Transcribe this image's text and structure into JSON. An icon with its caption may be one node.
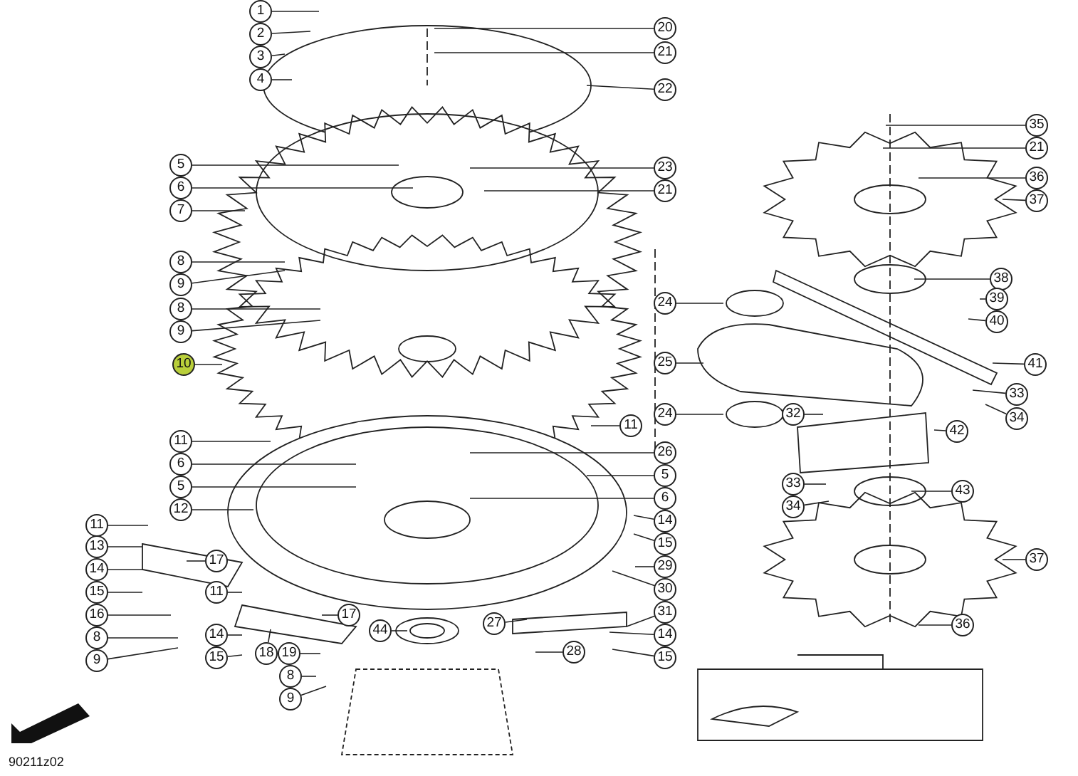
{
  "diagram": {
    "nodes": [
      {
        "text": [
          "1"
        ]
      },
      {
        "text": [
          "2"
        ]
      },
      {
        "text": [
          "3"
        ]
      },
      {
        "text": [
          "4"
        ]
      },
      {
        "text": [
          "20"
        ]
      },
      {
        "text": [
          "21"
        ]
      },
      {
        "text": [
          "22"
        ]
      },
      {
        "text": [
          "5"
        ]
      },
      {
        "text": [
          "6"
        ]
      },
      {
        "text": [
          "7"
        ]
      },
      {
        "text": [
          "23"
        ]
      },
      {
        "text": [
          "21"
        ]
      },
      {
        "text": [
          "8"
        ]
      },
      {
        "text": [
          "9"
        ]
      },
      {
        "text": [
          "8"
        ]
      },
      {
        "text": [
          "9"
        ]
      },
      {
        "text": [
          "10"
        ]
      },
      {
        "text": [
          "24"
        ]
      },
      {
        "text": [
          "25"
        ]
      },
      {
        "text": [
          "24"
        ]
      },
      {
        "text": [
          "35"
        ]
      },
      {
        "text": [
          "21"
        ]
      },
      {
        "text": [
          "36"
        ]
      },
      {
        "text": [
          "37"
        ]
      },
      {
        "text": [
          "38"
        ]
      },
      {
        "text": [
          "39"
        ]
      },
      {
        "text": [
          "40"
        ]
      },
      {
        "text": [
          "41"
        ]
      },
      {
        "text": [
          "33"
        ]
      },
      {
        "text": [
          "34"
        ]
      },
      {
        "text": [
          "32"
        ]
      },
      {
        "text": [
          "42"
        ]
      },
      {
        "text": [
          "33"
        ]
      },
      {
        "text": [
          "34"
        ]
      },
      {
        "text": [
          "43"
        ]
      },
      {
        "text": [
          "37"
        ]
      },
      {
        "text": [
          "36"
        ]
      },
      {
        "text": [
          "11"
        ]
      },
      {
        "text": [
          "6"
        ]
      },
      {
        "text": [
          "5"
        ]
      },
      {
        "text": [
          "12"
        ]
      },
      {
        "text": [
          "11"
        ]
      },
      {
        "text": [
          "13"
        ]
      },
      {
        "text": [
          "14"
        ]
      },
      {
        "text": [
          "15"
        ]
      },
      {
        "text": [
          "16"
        ]
      },
      {
        "text": [
          "8"
        ]
      },
      {
        "text": [
          "9"
        ]
      },
      {
        "text": [
          "17"
        ]
      },
      {
        "text": [
          "11"
        ]
      },
      {
        "text": [
          "17"
        ]
      },
      {
        "text": [
          "14"
        ]
      },
      {
        "text": [
          "15"
        ]
      },
      {
        "text": [
          "18"
        ]
      },
      {
        "text": [
          "19"
        ]
      },
      {
        "text": [
          "8"
        ]
      },
      {
        "text": [
          "9"
        ]
      },
      {
        "text": [
          "11"
        ]
      },
      {
        "text": [
          "26"
        ]
      },
      {
        "text": [
          "5"
        ]
      },
      {
        "text": [
          "6"
        ]
      },
      {
        "text": [
          "14"
        ]
      },
      {
        "text": [
          "15"
        ]
      },
      {
        "text": [
          "29"
        ]
      },
      {
        "text": [
          "30"
        ]
      },
      {
        "text": [
          "31"
        ]
      },
      {
        "text": [
          "14"
        ]
      },
      {
        "text": [
          "15"
        ]
      },
      {
        "text": [
          "27"
        ]
      },
      {
        "text": [
          "28"
        ]
      },
      {
        "text": [
          "44"
        ]
      }
    ],
    "edges": [
      {
        "from": 0,
        "to": null,
        "arrow": "none"
      },
      {
        "from": 1,
        "to": null,
        "arrow": "none"
      },
      {
        "from": 2,
        "to": null,
        "arrow": "none"
      },
      {
        "from": 3,
        "to": null,
        "arrow": "none"
      },
      {
        "from": 4,
        "to": null,
        "arrow": "none"
      },
      {
        "from": 5,
        "to": null,
        "arrow": "none"
      },
      {
        "from": 6,
        "to": null,
        "arrow": "none"
      },
      {
        "from": 7,
        "to": null,
        "arrow": "none"
      },
      {
        "from": 8,
        "to": null,
        "arrow": "none"
      },
      {
        "from": 9,
        "to": null,
        "arrow": "none"
      },
      {
        "from": 10,
        "to": null,
        "arrow": "none"
      },
      {
        "from": 11,
        "to": null,
        "arrow": "none"
      },
      {
        "from": 12,
        "to": null,
        "arrow": "none"
      },
      {
        "from": 13,
        "to": null,
        "arrow": "none"
      },
      {
        "from": 14,
        "to": null,
        "arrow": "none"
      },
      {
        "from": 15,
        "to": null,
        "arrow": "none"
      },
      {
        "from": 16,
        "to": null,
        "arrow": "none"
      },
      {
        "from": 17,
        "to": null,
        "arrow": "none"
      },
      {
        "from": 18,
        "to": null,
        "arrow": "none"
      },
      {
        "from": 19,
        "to": null,
        "arrow": "none"
      },
      {
        "from": 20,
        "to": null,
        "arrow": "none"
      },
      {
        "from": 21,
        "to": null,
        "arrow": "none"
      },
      {
        "from": 22,
        "to": null,
        "arrow": "none"
      },
      {
        "from": 23,
        "to": null,
        "arrow": "none"
      },
      {
        "from": 24,
        "to": null,
        "arrow": "none"
      },
      {
        "from": 25,
        "to": null,
        "arrow": "none"
      },
      {
        "from": 26,
        "to": null,
        "arrow": "none"
      },
      {
        "from": 27,
        "to": null,
        "arrow": "none"
      },
      {
        "from": 28,
        "to": null,
        "arrow": "none"
      },
      {
        "from": 29,
        "to": null,
        "arrow": "none"
      },
      {
        "from": 30,
        "to": null,
        "arrow": "none"
      },
      {
        "from": 31,
        "to": null,
        "arrow": "none"
      },
      {
        "from": 32,
        "to": null,
        "arrow": "none"
      },
      {
        "from": 33,
        "to": null,
        "arrow": "none"
      },
      {
        "from": 34,
        "to": null,
        "arrow": "none"
      },
      {
        "from": 35,
        "to": null,
        "arrow": "none"
      },
      {
        "from": 36,
        "to": null,
        "arrow": "none"
      },
      {
        "from": 37,
        "to": null,
        "arrow": "none"
      },
      {
        "from": 38,
        "to": null,
        "arrow": "none"
      },
      {
        "from": 39,
        "to": null,
        "arrow": "none"
      },
      {
        "from": 40,
        "to": null,
        "arrow": "none"
      },
      {
        "from": 41,
        "to": null,
        "arrow": "none"
      },
      {
        "from": 42,
        "to": null,
        "arrow": "none"
      },
      {
        "from": 43,
        "to": null,
        "arrow": "none"
      },
      {
        "from": 44,
        "to": null,
        "arrow": "none"
      },
      {
        "from": 45,
        "to": null,
        "arrow": "none"
      },
      {
        "from": 46,
        "to": null,
        "arrow": "none"
      },
      {
        "from": 47,
        "to": null,
        "arrow": "none"
      },
      {
        "from": 48,
        "to": null,
        "arrow": "none"
      },
      {
        "from": 49,
        "to": null,
        "arrow": "none"
      },
      {
        "from": 50,
        "to": null,
        "arrow": "none"
      },
      {
        "from": 51,
        "to": null,
        "arrow": "none"
      },
      {
        "from": 52,
        "to": null,
        "arrow": "none"
      },
      {
        "from": 53,
        "to": null,
        "arrow": "none"
      },
      {
        "from": 54,
        "to": null,
        "arrow": "none"
      },
      {
        "from": 55,
        "to": null,
        "arrow": "none"
      },
      {
        "from": 56,
        "to": null,
        "arrow": "none"
      },
      {
        "from": 57,
        "to": null,
        "arrow": "none"
      },
      {
        "from": 58,
        "to": null,
        "arrow": "none"
      },
      {
        "from": 59,
        "to": null,
        "arrow": "none"
      },
      {
        "from": 60,
        "to": null,
        "arrow": "none"
      },
      {
        "from": 61,
        "to": null,
        "arrow": "none"
      },
      {
        "from": 62,
        "to": null,
        "arrow": "none"
      },
      {
        "from": 63,
        "to": null,
        "arrow": "none"
      },
      {
        "from": 64,
        "to": null,
        "arrow": "none"
      },
      {
        "from": 65,
        "to": null,
        "arrow": "none"
      },
      {
        "from": 66,
        "to": null,
        "arrow": "none"
      },
      {
        "from": 67,
        "to": null,
        "arrow": "none"
      },
      {
        "from": 68,
        "to": null,
        "arrow": "none"
      },
      {
        "from": 69,
        "to": null,
        "arrow": "none"
      },
      {
        "from": 70,
        "to": null,
        "arrow": "none"
      }
    ],
    "labels": [
      "90211z02"
    ]
  }
}
